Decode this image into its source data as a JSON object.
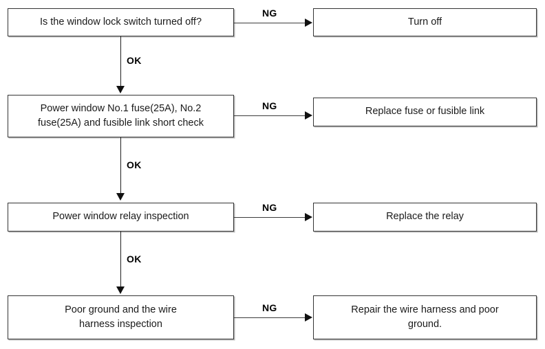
{
  "diagram": {
    "title": "Power window troubleshooting flowchart",
    "background_color": "#ffffff",
    "box_border_color": "#333333",
    "text_color": "#1a1a1a",
    "label_color": "#000000"
  },
  "steps": [
    {
      "id": "step-1",
      "check_label": "Is the window lock switch turned off?",
      "ng_label": "NG",
      "ng_action": "Turn off",
      "ok_label": "OK"
    },
    {
      "id": "step-2",
      "check_label": "Power window No.1 fuse(25A), No.2\nfuse(25A) and fusible link short check",
      "ng_label": "NG",
      "ng_action": "Replace fuse or fusible link",
      "ok_label": "OK"
    },
    {
      "id": "step-3",
      "check_label": "Power window relay inspection",
      "ng_label": "NG",
      "ng_action": "Replace the relay",
      "ok_label": "OK"
    },
    {
      "id": "step-4",
      "check_label": "Poor ground and the wire\nharness inspection",
      "ng_label": "NG",
      "ng_action": "Repair the wire harness and poor\nground.",
      "ok_label": ""
    }
  ]
}
